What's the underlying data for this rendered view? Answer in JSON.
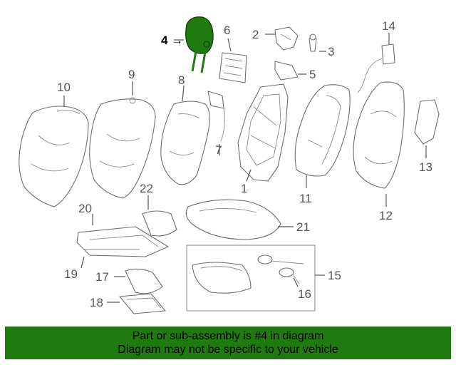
{
  "diagram": {
    "callouts": [
      "1",
      "2",
      "3",
      "4",
      "5",
      "6",
      "7",
      "8",
      "9",
      "10",
      "11",
      "12",
      "13",
      "14",
      "15",
      "16",
      "17",
      "18",
      "19",
      "20",
      "21",
      "22"
    ],
    "highlight_color": "#1f7a0f",
    "line_color": "#6e6e6e"
  },
  "banner": {
    "line1": "Part or sub-assembly is #4 in diagram",
    "line2": "Diagram may not be specific to your vehicle",
    "background": "#1f7a0f"
  }
}
